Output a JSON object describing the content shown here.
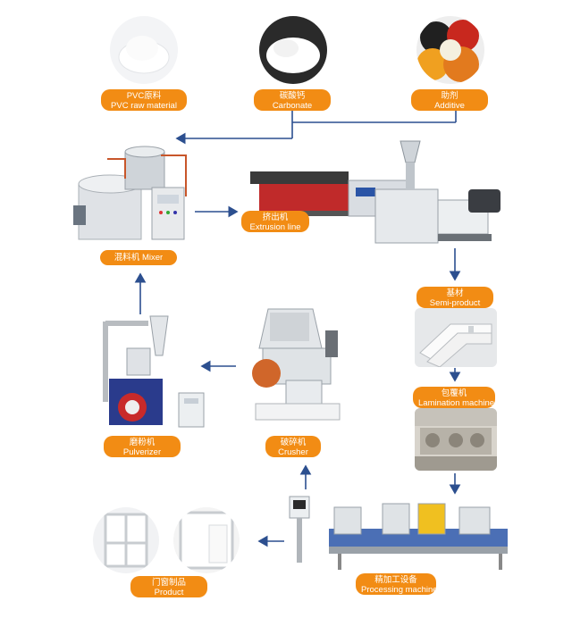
{
  "nodes": {
    "pvc": {
      "cn": "PVC原料",
      "en": "PVC raw material"
    },
    "carbonate": {
      "cn": "碳酸钙",
      "en": "Carbonate"
    },
    "additive": {
      "cn": "助剂",
      "en": "Additive"
    },
    "mixer": {
      "cn": "混料机",
      "en": "Mixer"
    },
    "extrusion": {
      "cn": "挤出机",
      "en": "Extrusion line"
    },
    "semi": {
      "cn": "基材",
      "en": "Semi-product"
    },
    "lamination": {
      "cn": "包覆机",
      "en": "Lamination machine"
    },
    "crusher": {
      "cn": "破碎机",
      "en": "Crusher"
    },
    "pulverizer": {
      "cn": "磨粉机",
      "en": "Pulverizer"
    },
    "processing": {
      "cn": "精加工设备",
      "en": "Processing machine"
    },
    "product": {
      "cn": "门窗制品",
      "en": "Product"
    }
  },
  "colors": {
    "accent": "#f28c14",
    "arrow": "#2c4f8f"
  }
}
